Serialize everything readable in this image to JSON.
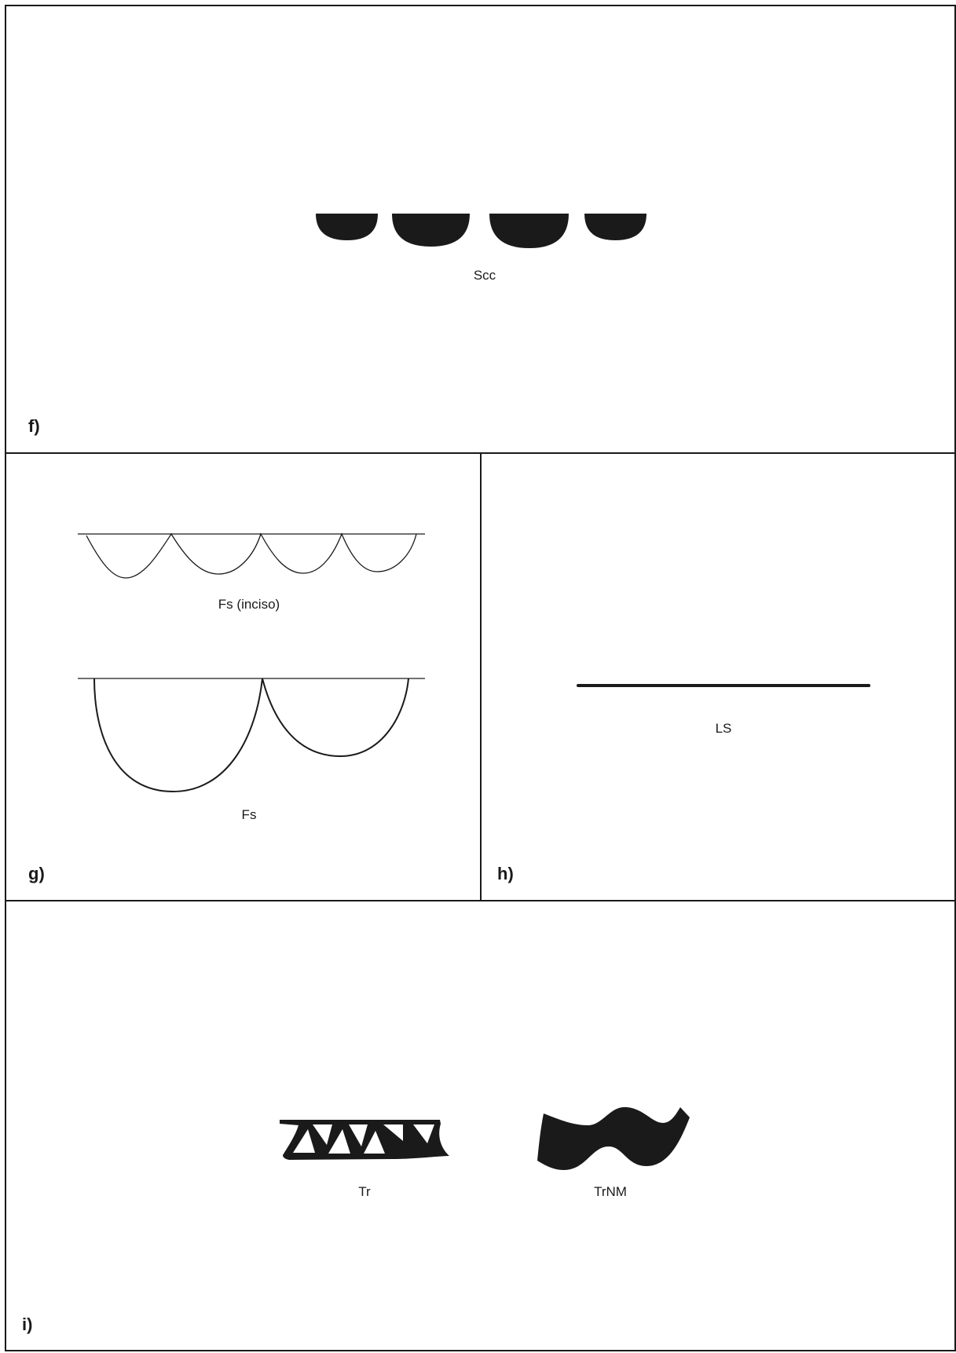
{
  "panels": {
    "f": {
      "letter": "f)",
      "caption": "Scc"
    },
    "g": {
      "letter": "g)",
      "caption_top": "Fs (inciso)",
      "caption_bottom": "Fs"
    },
    "h": {
      "letter": "h)",
      "caption": "LS"
    },
    "i": {
      "letter": "i)",
      "caption_left": "Tr",
      "caption_right": "TrNM"
    }
  },
  "colors": {
    "ink": "#1a1a1a",
    "background": "#ffffff"
  }
}
